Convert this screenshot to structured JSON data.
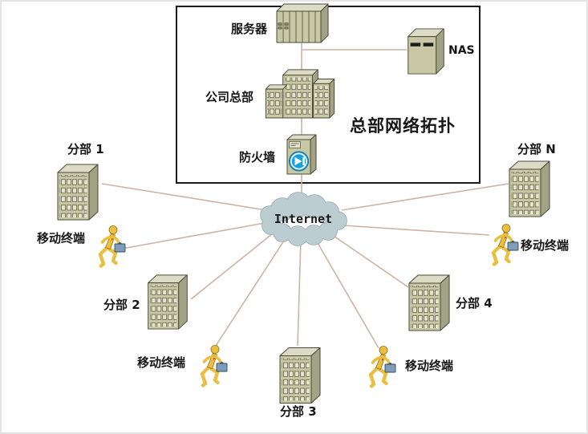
{
  "title": "总部网络拓扑",
  "hq": {
    "server_label": "服务器",
    "nas_label": "NAS",
    "headquarters_label": "公司总部",
    "firewall_label": "防火墙"
  },
  "internet_label": "Internet",
  "branches": [
    "分部 1",
    "分部 2",
    "分部 3",
    "分部 4",
    "分部 N"
  ],
  "mobile_terminals": [
    "移动终端",
    "移动终端",
    "移动终端",
    "移动终端"
  ],
  "colors": {
    "line_color": "#ccb3a4",
    "cloud_fill": "#bccdd1",
    "cloud_stroke": "#93a8ad",
    "device_front": "#c8c8a5",
    "device_side": "#a2a286",
    "device_top": "#dcdcc6",
    "window_fill": "#e4e4cb",
    "outline": "#4a4a38",
    "person": "#eabf3f",
    "person_outline": "#95731a",
    "briefcase": "#7e9db9",
    "firewall_accent": "#17a0dc",
    "box_border": "#1c1c1c",
    "text_color": "#161616"
  }
}
